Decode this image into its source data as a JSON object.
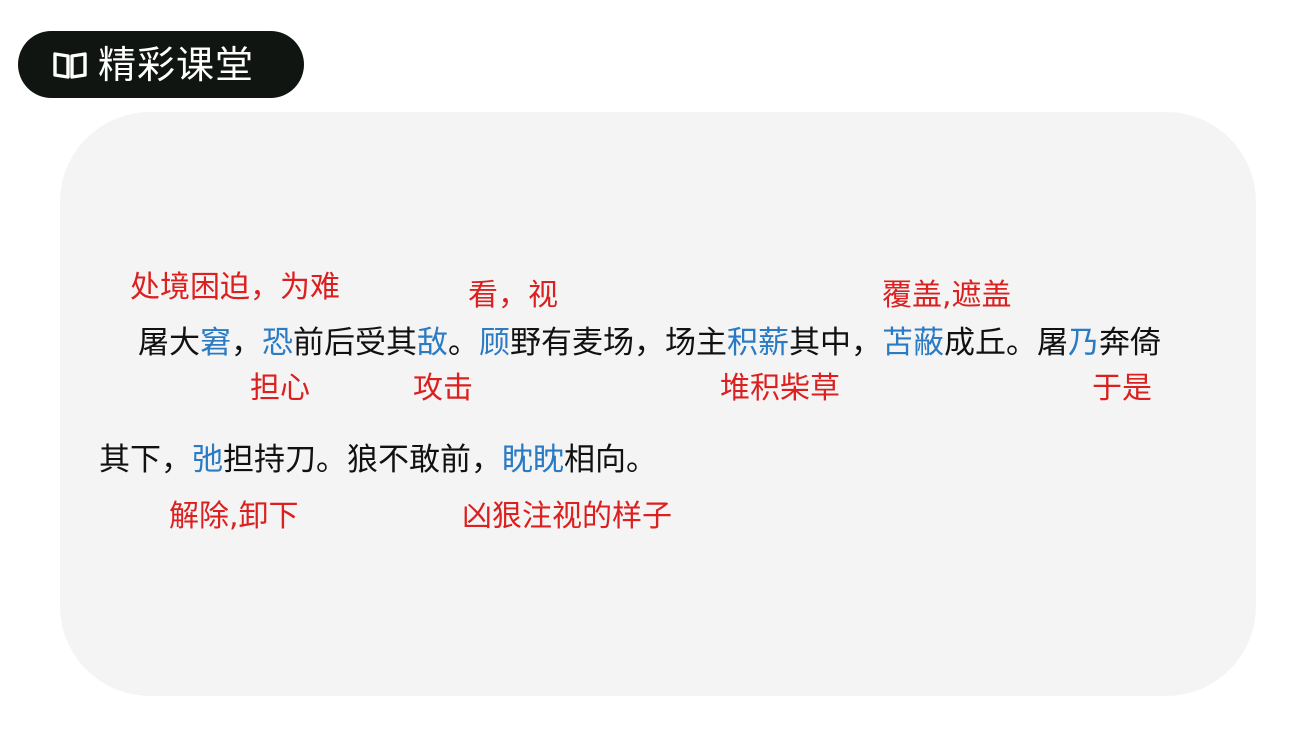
{
  "header": {
    "title": "精彩课堂",
    "icon": "open-book-icon"
  },
  "colors": {
    "text": "#111111",
    "keyword": "#2a7bc4",
    "annotation": "#dc1f1f",
    "header_bg": "#111511",
    "card_bg": "#f4f4f4"
  },
  "passage": {
    "line1": [
      {
        "text": "屠大",
        "kw": false
      },
      {
        "text": "窘",
        "kw": true
      },
      {
        "text": "，",
        "kw": false
      },
      {
        "text": "恐",
        "kw": true
      },
      {
        "text": "前后受其",
        "kw": false
      },
      {
        "text": "敌",
        "kw": true
      },
      {
        "text": "。",
        "kw": false
      },
      {
        "text": "顾",
        "kw": true
      },
      {
        "text": "野有麦场，场主",
        "kw": false
      },
      {
        "text": "积薪",
        "kw": true
      },
      {
        "text": "其中，",
        "kw": false
      },
      {
        "text": "苫蔽",
        "kw": true
      },
      {
        "text": "成丘。屠",
        "kw": false
      },
      {
        "text": "乃",
        "kw": true
      },
      {
        "text": "奔倚",
        "kw": false
      }
    ],
    "line2": [
      {
        "text": "其下，",
        "kw": false
      },
      {
        "text": "弛",
        "kw": true
      },
      {
        "text": "担持刀。狼不敢前，",
        "kw": false
      },
      {
        "text": "眈眈",
        "kw": true
      },
      {
        "text": "相向。",
        "kw": false
      }
    ]
  },
  "annotations": {
    "jiong": "处境困迫，为难",
    "gu": "看，视",
    "shanbi": "覆盖,遮盖",
    "kong": "担心",
    "di": "攻击",
    "jixin": "堆积柴草",
    "nai": "于是",
    "chi": "解除,卸下",
    "dandan": "凶狠注视的样子"
  }
}
